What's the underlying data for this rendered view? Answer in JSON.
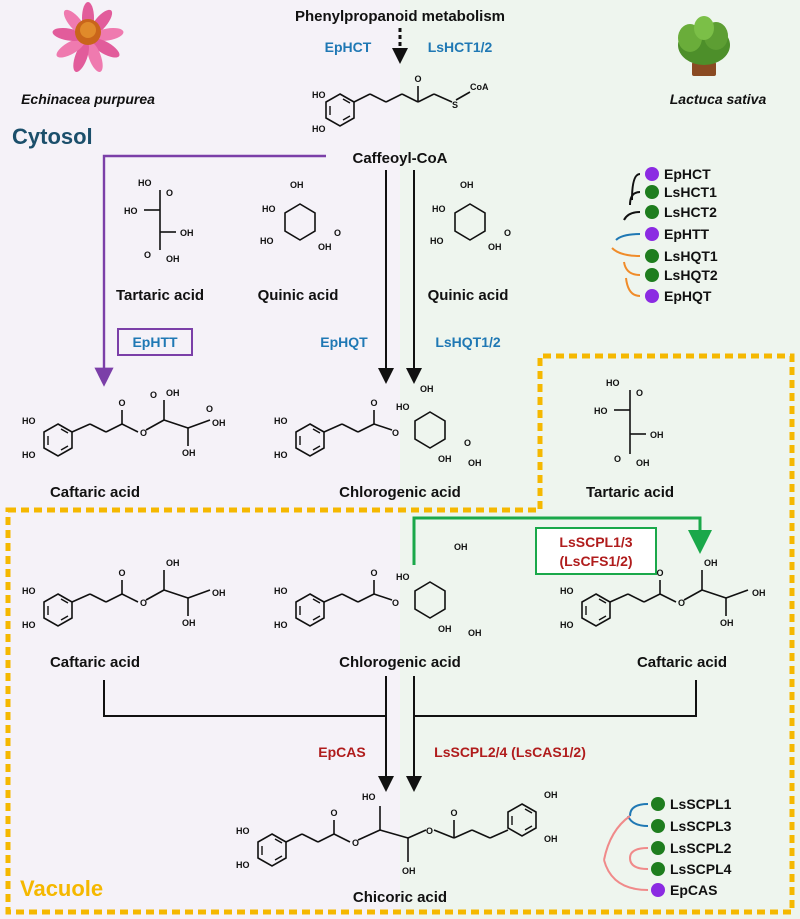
{
  "header": {
    "pathway": "Phenylpropanoid metabolism"
  },
  "species": {
    "left": "Echinacea purpurea",
    "right": "Lactuca sativa"
  },
  "compartments": {
    "cytosol": "Cytosol",
    "vacuole": "Vacuole"
  },
  "compounds": {
    "caffeoyl_coa": "Caffeoyl-CoA",
    "tartaric_left": "Tartaric acid",
    "quinic_left": "Quinic acid",
    "quinic_right": "Quinic acid",
    "caftaric_cyto": "Caftaric acid",
    "chlorogenic_cyto": "Chlorogenic acid",
    "tartaric_vac": "Tartaric acid",
    "caftaric_vac_left": "Caftaric acid",
    "chlorogenic_vac": "Chlorogenic acid",
    "caftaric_vac_right": "Caftaric acid",
    "chicoric": "Chicoric acid"
  },
  "enzymes": {
    "ephct": "EpHCT",
    "lshct": "LsHCT1/2",
    "ephtt": "EpHTT",
    "ephqt": "EpHQT",
    "lshqt": "LsHQT1/2",
    "lsscpl13_a": "LsSCPL1/3",
    "lsscpl13_b": "(LsCFS1/2)",
    "epcas": "EpCAS",
    "lsscpl24": "LsSCPL2/4 (LsCAS1/2)"
  },
  "tree_top": [
    "EpHCT",
    "LsHCT1",
    "LsHCT2",
    "EpHTT",
    "LsHQT1",
    "LsHQT2",
    "EpHQT"
  ],
  "tree_bottom": [
    "LsSCPL1",
    "LsSCPL3",
    "LsSCPL2",
    "LsSCPL4",
    "EpCAS"
  ],
  "colors": {
    "echinacea": "#8b2be2",
    "lactuca": "#1e7d1e",
    "enzyme_blue": "#1f78b4",
    "enzyme_red": "#b01c1c",
    "vacuole_border": "#f5b800",
    "htt_arrow": "#7b3fa8",
    "cfs_arrow": "#1aa84a",
    "cytosol_label": "#1b4f6b"
  },
  "atoms": {
    "OH": "OH",
    "HO": "HO",
    "O": "O",
    "S": "S",
    "CoA": "CoA"
  }
}
